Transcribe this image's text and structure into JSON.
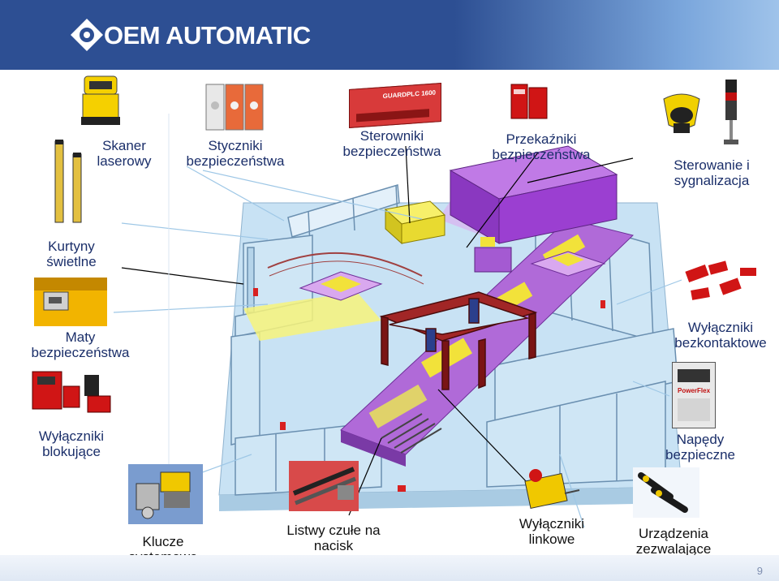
{
  "header": {
    "logo_text": "OEM AUTOMATIC",
    "bg_color": "#2d4f93"
  },
  "labels": {
    "skaner": "Skaner\nlaserowy",
    "styczniki": "Styczniki\nbezpieczeństwa",
    "sterowniki": "Sterowniki\nbezpieczeństwa",
    "przekazniki": "Przekaźniki\nbezpieczeństwa",
    "sterowanie": "Sterowanie i\nsygnalizacja",
    "kurtyny": "Kurtyny\nświetlne",
    "maty": "Maty\nbezpieczeństwa",
    "bezkontaktowe": "Wyłączniki\nbezkontaktowe",
    "blokujace": "Wyłączniki\nblokujące",
    "napedy": "Napędy\nbezpieczne",
    "klucze": "Klucze\nsystemowe",
    "listwy": "Listwy czułe na\nnacisk",
    "linkowe": "Wyłączniki\nlinkowe",
    "urzadzenia": "Urządzenia\nzezwalające"
  },
  "thumb_labels": {
    "plc": "GUARDPLC 1600",
    "drive": "PowerFlex"
  },
  "page_number": "9",
  "icons": [
    "oem-logo-icon",
    "laser-scanner-icon",
    "contactor-icon",
    "safety-plc-icon",
    "safety-relay-icon",
    "signal-tower-icon",
    "e-stop-icon",
    "light-curtain-icon",
    "safety-mat-icon",
    "non-contact-switch-icon",
    "interlock-switch-icon",
    "safe-drive-icon",
    "key-system-icon",
    "safety-edge-icon",
    "rope-switch-icon",
    "enabling-device-icon"
  ],
  "colors": {
    "floor": "#c8e2f4",
    "fence": "#cfe6f5",
    "machine": "#9b3fd1",
    "robot": "#8c1a1a",
    "conveyor": "#b06ad8",
    "pad": "#f2e23a"
  }
}
